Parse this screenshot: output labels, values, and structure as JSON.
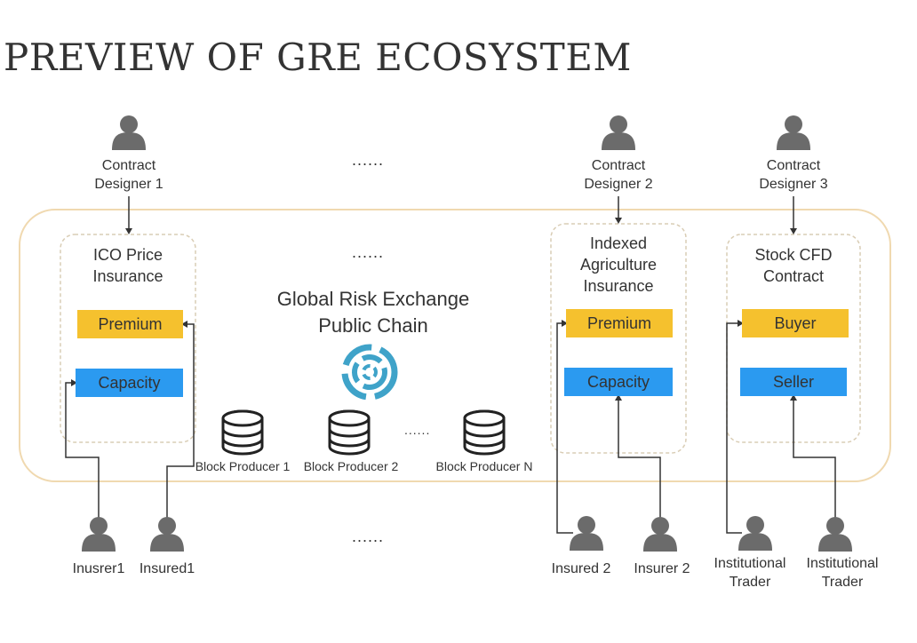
{
  "page_title": "PREVIEW OF GRE ECOSYSTEM",
  "colors": {
    "premium": "#f5c12e",
    "capacity": "#2b9af0",
    "line": "#333333",
    "person": "#6b6b6b",
    "outline": "#f0d9b0",
    "logo": "#3fa3c9"
  },
  "ellipsis": "......",
  "center": {
    "line1": "Global Risk Exchange",
    "line2": "Public Chain"
  },
  "designers": {
    "d1": {
      "line1": "Contract",
      "line2": "Designer 1"
    },
    "d2": {
      "line1": "Contract",
      "line2": "Designer 2"
    },
    "d3": {
      "line1": "Contract",
      "line2": "Designer 3"
    }
  },
  "cards": {
    "ico": {
      "line1": "ICO Price",
      "line2": "Insurance",
      "top_pill": "Premium",
      "bottom_pill": "Capacity"
    },
    "agri": {
      "line1": "Indexed",
      "line2": "Agriculture",
      "line3": "Insurance",
      "top_pill": "Premium",
      "bottom_pill": "Capacity"
    },
    "cfd": {
      "line1": "Stock CFD",
      "line2": "Contract",
      "top_pill": "Buyer",
      "bottom_pill": "Seller"
    }
  },
  "block_producers": [
    "Block Producer 1",
    "Block Producer 2",
    "Block Producer N"
  ],
  "participants": {
    "p1": {
      "line1": "Inusrer1"
    },
    "p2": {
      "line1": "Insured1"
    },
    "p3": {
      "line1": "Insured 2"
    },
    "p4": {
      "line1": "Insurer 2"
    },
    "p5": {
      "line1": "Institutional",
      "line2": "Trader"
    },
    "p6": {
      "line1": "Institutional",
      "line2": "Trader"
    }
  }
}
